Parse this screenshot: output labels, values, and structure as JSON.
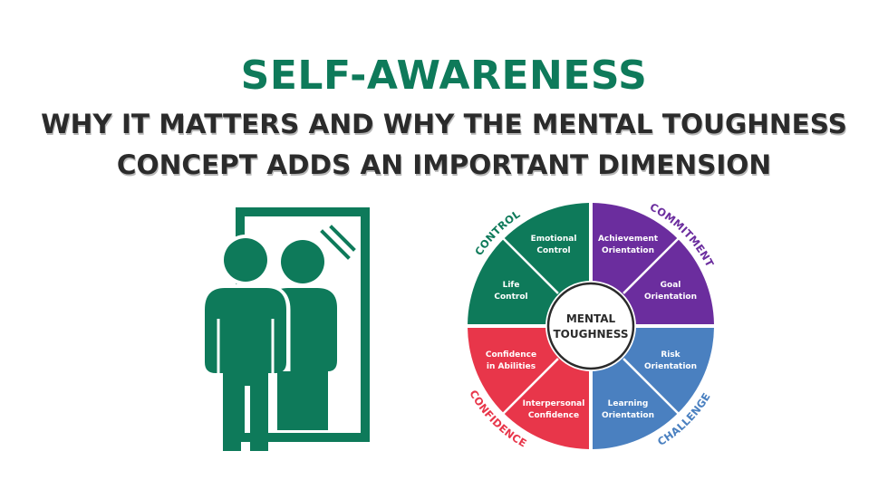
{
  "header": {
    "title": "SELF-AWARENESS",
    "subtitle_line1": "WHY IT MATTERS AND WHY THE MENTAL TOUGHNESS",
    "subtitle_line2": "CONCEPT ADDS AN IMPORTANT DIMENSION"
  },
  "illustration": {
    "icon": "person-mirror-reflection-icon",
    "color": "#0e7a5a"
  },
  "wheel": {
    "center_line1": "MENTAL",
    "center_line2": "TOUGHNESS",
    "quadrants": [
      {
        "name": "CONTROL",
        "color": "#0e7a5a",
        "items": [
          {
            "line1": "Emotional",
            "line2": "Control"
          },
          {
            "line1": "Life",
            "line2": "Control"
          }
        ]
      },
      {
        "name": "COMMITMENT",
        "color": "#6b2d9e",
        "items": [
          {
            "line1": "Achievement",
            "line2": "Orientation"
          },
          {
            "line1": "Goal",
            "line2": "Orientation"
          }
        ]
      },
      {
        "name": "CHALLENGE",
        "color": "#4a80c0",
        "items": [
          {
            "line1": "Risk",
            "line2": "Orientation"
          },
          {
            "line1": "Learning",
            "line2": "Orientation"
          }
        ]
      },
      {
        "name": "CONFIDENCE",
        "color": "#e8364a",
        "items": [
          {
            "line1": "Confidence",
            "line2": "in Abilities"
          },
          {
            "line1": "Interpersonal",
            "line2": "Confidence"
          }
        ]
      }
    ]
  }
}
